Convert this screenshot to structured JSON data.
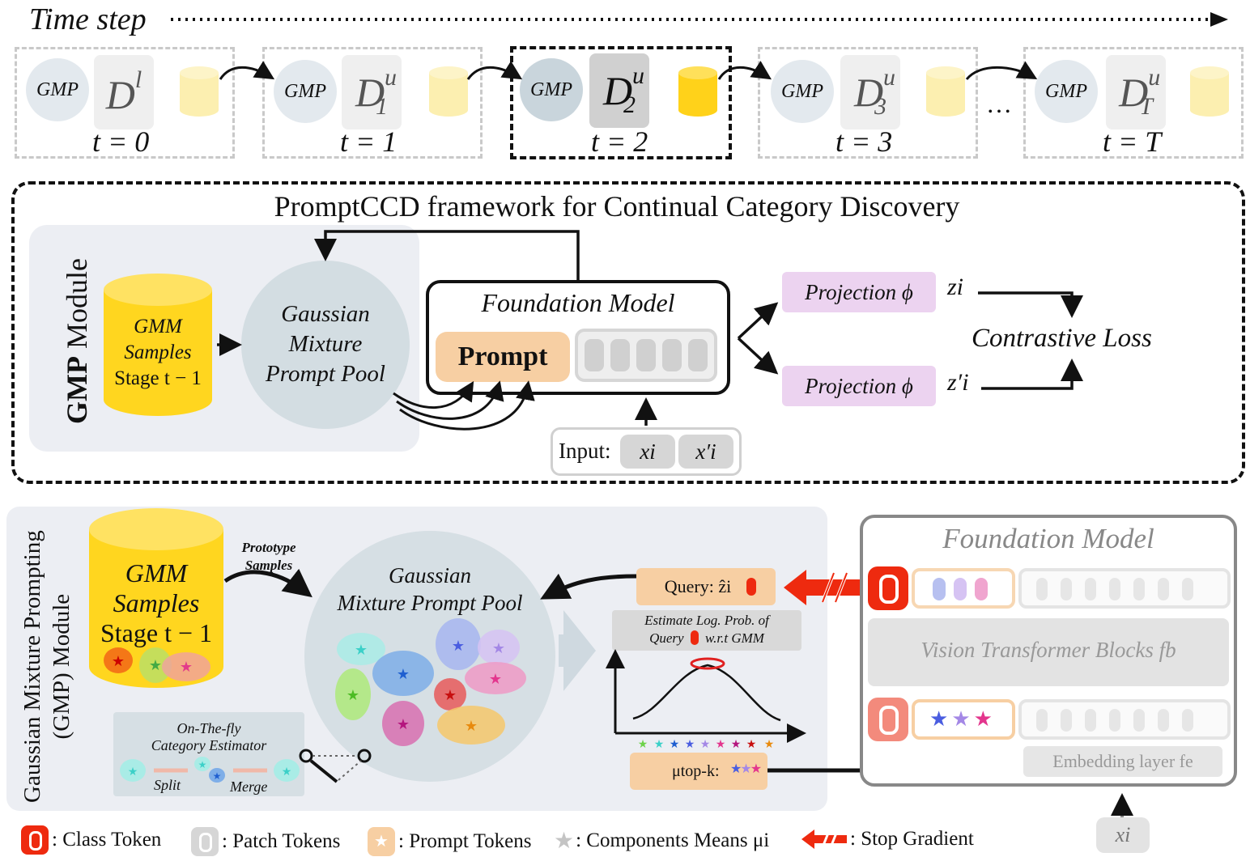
{
  "timeline": {
    "title": "Time step",
    "steps": [
      {
        "gmp": "GMP",
        "d_base": "D",
        "d_sup": "l",
        "d_sub": "",
        "t": "t = 0"
      },
      {
        "gmp": "GMP",
        "d_base": "D",
        "d_sup": "u",
        "d_sub": "1",
        "t": "t = 1"
      },
      {
        "gmp": "GMP",
        "d_base": "D",
        "d_sup": "u",
        "d_sub": "2",
        "t": "t = 2"
      },
      {
        "gmp": "GMP",
        "d_base": "D",
        "d_sup": "u",
        "d_sub": "3",
        "t": "t = 3"
      },
      {
        "gmp": "GMP",
        "d_base": "D",
        "d_sup": "u",
        "d_sub": "T",
        "t": "t = T"
      }
    ],
    "ellipsis": "…"
  },
  "framework": {
    "title": "PromptCCD framework for Continual Category Discovery",
    "module_bold": "GMP",
    "module_rest": " Module",
    "gmm_samples": [
      "GMM",
      "Samples",
      "Stage t − 1"
    ],
    "pool": [
      "Gaussian",
      "Mixture",
      "Prompt Pool"
    ],
    "foundation_model": "Foundation Model",
    "prompt": "Prompt",
    "input_label": "Input:",
    "x_i": "xi",
    "x_i_prime": "x′i",
    "projection": "Projection ϕ",
    "z_i": "zi",
    "z_i_prime": "z′i",
    "contrastive_loss": "Contrastive Loss"
  },
  "gmp_module": {
    "side_title_1": "Gaussian Mixture Prompting",
    "side_title_2": "(GMP) Module",
    "gmm_samples": [
      "GMM",
      "Samples",
      "Stage t − 1"
    ],
    "prototype_samples": [
      "Prototype",
      "Samples"
    ],
    "pool": [
      "Gaussian",
      "Mixture Prompt Pool"
    ],
    "estimator_title": [
      "On-The-fly",
      "Category Estimator"
    ],
    "split": "Split",
    "merge": "Merge",
    "query": "Query: ẑi",
    "estimate": [
      "Estimate Log. Prob. of",
      "Query",
      "w.r.t GMM"
    ],
    "mu_topk": "μtop-k:"
  },
  "foundation": {
    "title": "Foundation Model",
    "vit": "Vision Transformer Blocks fb",
    "embedding": "Embedding layer fe",
    "input": "xi"
  },
  "legend": {
    "class_token": ": Class Token",
    "patch_tokens": ": Patch Tokens",
    "prompt_tokens": ": Prompt Tokens",
    "component_means": ": Components Means μi",
    "stop_gradient": ": Stop Gradient"
  },
  "colors": {
    "cylinder_light": "#fcefb0",
    "cylinder_gold": "#ffd61f",
    "prompt_orange": "#f7cfa3",
    "projection_pink": "#ecd3f0",
    "stop_red": "#ee2a0f"
  }
}
